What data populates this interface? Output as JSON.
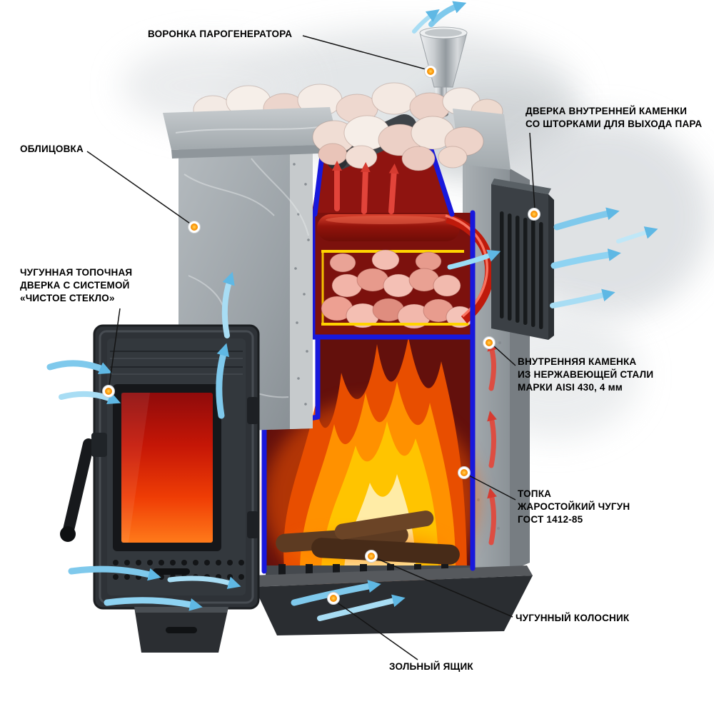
{
  "labels": {
    "funnel": {
      "lines": [
        "ВОРОНКА ПАРОГЕНЕРАТОРА"
      ]
    },
    "kamenka_door": {
      "lines": [
        "ДВЕРКА ВНУТРЕННЕЙ КАМЕНКИ",
        "СО ШТОРКАМИ ДЛЯ ВЫХОДА ПАРА"
      ]
    },
    "cladding": {
      "lines": [
        "ОБЛИЦОВКА"
      ]
    },
    "firebox_door": {
      "lines": [
        "ЧУГУННАЯ ТОПОЧНАЯ",
        "ДВЕРКА С СИСТЕМОЙ",
        "«ЧИСТОЕ СТЕКЛО»"
      ]
    },
    "inner_kamenka": {
      "lines": [
        "ВНУТРЕННЯЯ КАМЕНКА",
        "ИЗ НЕРЖАВЕЮЩЕЙ СТАЛИ",
        "МАРКИ AISI 430,  4 мм"
      ]
    },
    "firebox": {
      "lines": [
        "ТОПКА",
        "ЖАРОСТОЙКИЙ ЧУГУН",
        "ГОСТ 1412-85"
      ]
    },
    "grate": {
      "lines": [
        "ЧУГУННЫЙ КОЛОСНИК"
      ]
    },
    "ash_box": {
      "lines": [
        "ЗОЛЬНЫЙ ЯЩИК"
      ]
    }
  },
  "colors": {
    "marker_orange": "#ffa000",
    "leader_line": "#141414",
    "label_text": "#000000",
    "lining_blue": "#1818dc",
    "trim_yellow": "#ffd400",
    "flame_orange": "#ff8a00",
    "glass_red": "#d42b0e",
    "steam_blue": "#7fc9ec",
    "stone_gray": "#a7adb2"
  }
}
